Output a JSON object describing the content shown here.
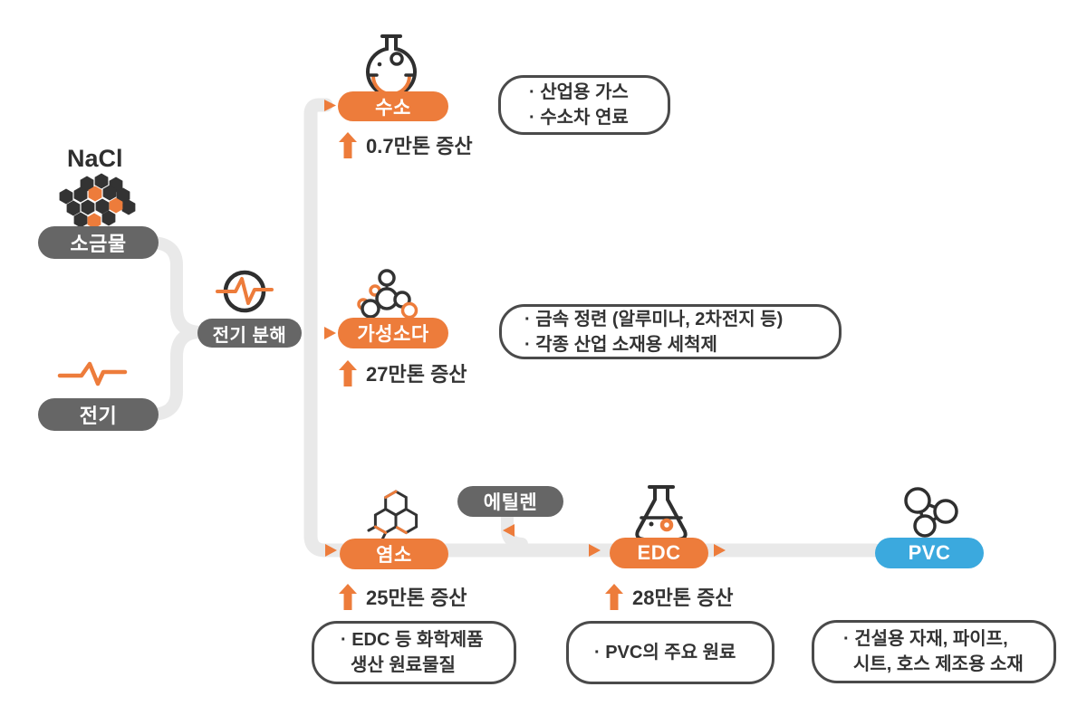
{
  "colors": {
    "accent_orange": "#ED7C3B",
    "dark_gray_pill": "#666666",
    "pvc_blue": "#3BA9DE",
    "flow_line_gray": "#E9E9E9",
    "box_border_gray": "#4A4A4A",
    "text_dark": "#333333"
  },
  "icons": {
    "nacl": "salt-crystal-cluster-icon",
    "electricity": "voltage-zigzag-icon",
    "electrolysis": "electrolysis-circle-icon",
    "hydrogen": "round-flask-icon",
    "caustic_soda": "molecule-circles-icon",
    "chlorine": "benzene-rings-icon",
    "edc": "erlenmeyer-flask-icon",
    "pvc": "polymer-molecule-icon"
  },
  "source": {
    "nacl": "NaCl",
    "brine": "소금물",
    "electricity": "전기",
    "electrolysis": "전기 분해"
  },
  "branches": {
    "hydrogen": {
      "label": "수소",
      "increase": "0.7만톤 증산",
      "uses": [
        "· 산업용 가스",
        "· 수소차 연료"
      ]
    },
    "caustic_soda": {
      "label": "가성소다",
      "increase": "27만톤 증산",
      "uses": [
        "· 금속 정련 (알루미나, 2차전지 등)",
        "· 각종 산업 소재용 세척제"
      ]
    },
    "chlorine": {
      "label": "염소",
      "increase": "25만톤 증산",
      "uses": [
        "· EDC 등 화학제품",
        "생산 원료물질"
      ]
    },
    "ethylene": {
      "label": "에틸렌"
    },
    "edc": {
      "label": "EDC",
      "increase": "28만톤 증산",
      "uses": [
        "· PVC의 주요 원료"
      ]
    },
    "pvc": {
      "label": "PVC",
      "uses": [
        "· 건설용 자재, 파이프,",
        "시트, 호스 제조용 소재"
      ]
    }
  }
}
